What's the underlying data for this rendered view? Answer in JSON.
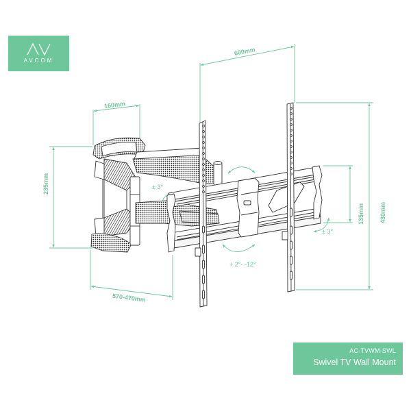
{
  "brand": {
    "logo_mark": "AV",
    "logo_text": "AVCOM",
    "color": "#6dc79a"
  },
  "product": {
    "model": "AC-TVWM-SWL",
    "title": "Swivel TV Wall Mount"
  },
  "dimensions": {
    "vesa_width": "600mm",
    "vesa_height": "430mm",
    "wall_plate_depth": "160mm",
    "wall_plate_height": "235mm",
    "extension": "570-470mm",
    "rail_spacing": "135mm"
  },
  "angles": {
    "swivel": "± 3°",
    "level_adjust": "± 3°",
    "tilt": "+ 2°- -12°"
  },
  "colors": {
    "accent": "#6dc79a",
    "line": "#333333",
    "background": "#ffffff"
  }
}
